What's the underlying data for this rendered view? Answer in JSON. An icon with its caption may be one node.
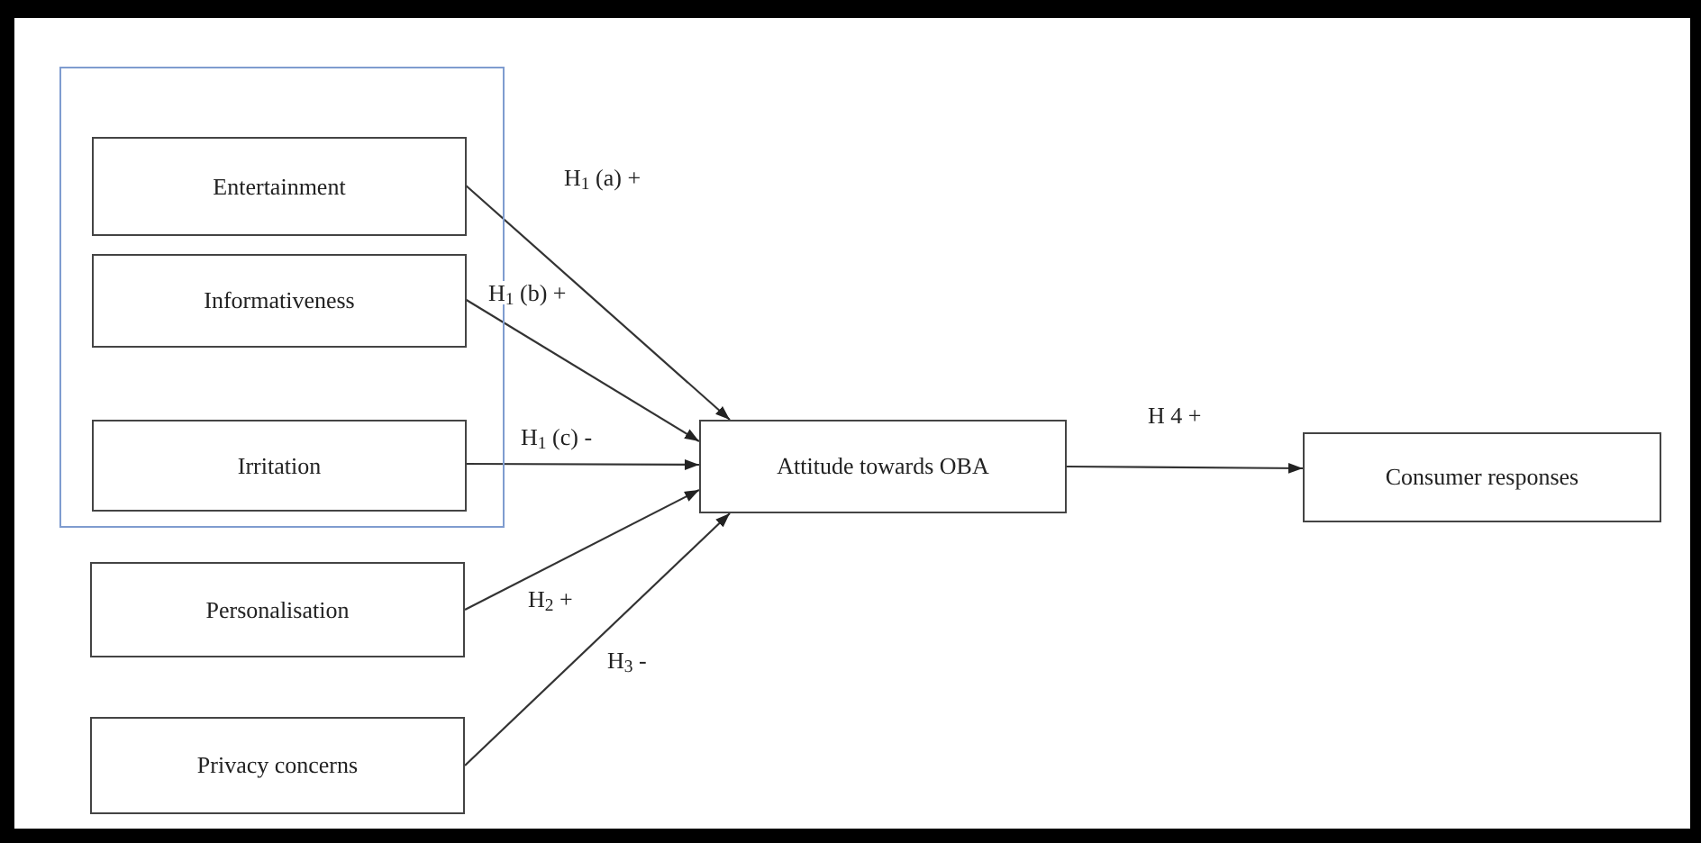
{
  "diagram": {
    "nodes": [
      {
        "text": [],
        "shape": "box"
      },
      {
        "text": [
          "Entertainment"
        ],
        "in": 0
      },
      {
        "text": [
          "Informativeness"
        ],
        "in": 0
      },
      {
        "text": [
          "Irritation"
        ],
        "in": 0
      },
      {
        "text": [
          "Personalisation"
        ]
      },
      {
        "text": [
          "Privacy concerns"
        ]
      },
      {
        "text": [
          "Attitude towards OBA"
        ]
      },
      {
        "text": [
          "Consumer responses"
        ]
      }
    ],
    "edges": [
      {
        "from": 1,
        "to": 6,
        "arrow": "to",
        "label": "H$_{1}$ (a) +"
      },
      {
        "from": 2,
        "to": 6,
        "arrow": "to",
        "label": "H$_{1}$ (b) +"
      },
      {
        "from": 3,
        "to": 6,
        "arrow": "to",
        "label": "H$_{1}$ (c) -"
      },
      {
        "from": 4,
        "to": 6,
        "arrow": "to",
        "label": "H$_{2}$ +"
      },
      {
        "from": 5,
        "to": 6,
        "arrow": "to",
        "label": "H$_{3}$ -"
      },
      {
        "from": 6,
        "to": 7,
        "arrow": "to",
        "label": "H 4 +"
      }
    ]
  }
}
